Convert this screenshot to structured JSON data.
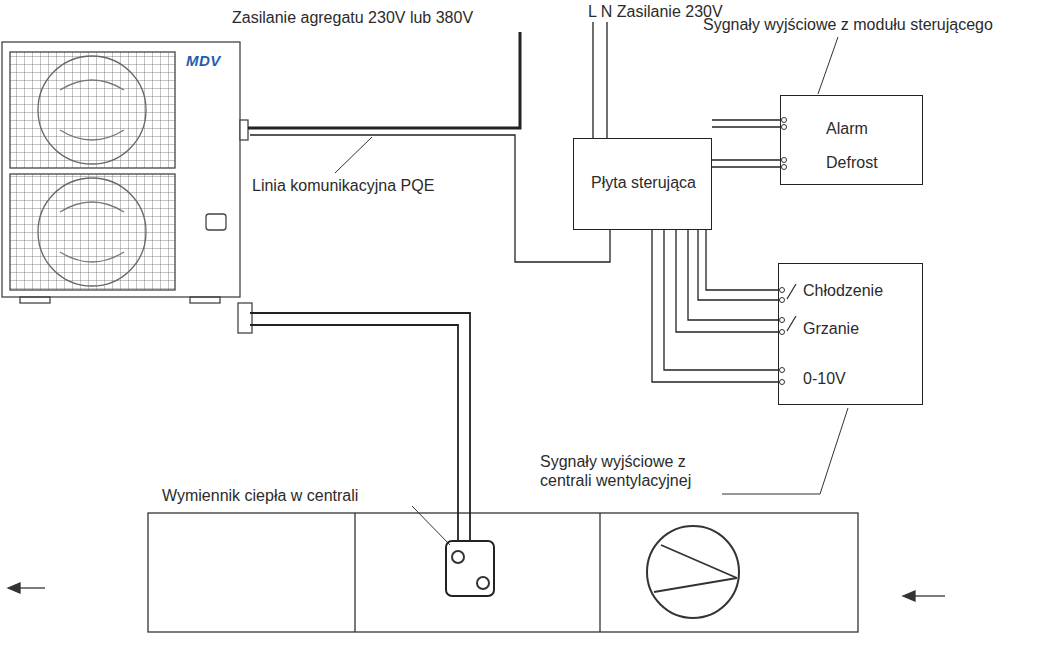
{
  "diagram": {
    "nodes": [
      {
        "text": [
          "MDV"
        ]
      },
      {
        "text": [
          "Płyta sterująca"
        ]
      },
      {
        "text": [
          "Alarm",
          "Defrost"
        ]
      },
      {
        "text": [
          "Chłodzenie",
          "Grzanie",
          "0-10V"
        ]
      },
      {
        "text": [
          "Wymiennik ciepła w centrali"
        ]
      }
    ],
    "edges": [
      {
        "from": 0,
        "to": 1,
        "arrow": "none"
      },
      {
        "from": 1,
        "to": 2,
        "arrow": "none"
      },
      {
        "from": 1,
        "to": 3,
        "arrow": "none"
      },
      {
        "from": 0,
        "to": 4,
        "arrow": "none"
      }
    ],
    "labels": [
      "Zasilanie agregatu 230V lub 380V",
      "L N Zasilanie 230V",
      "Sygnały wyjściowe z modułu sterującego",
      "Linia komunikacyjna PQE",
      "Sygnały wyjściowe z centrali wentylacyjnej"
    ]
  }
}
